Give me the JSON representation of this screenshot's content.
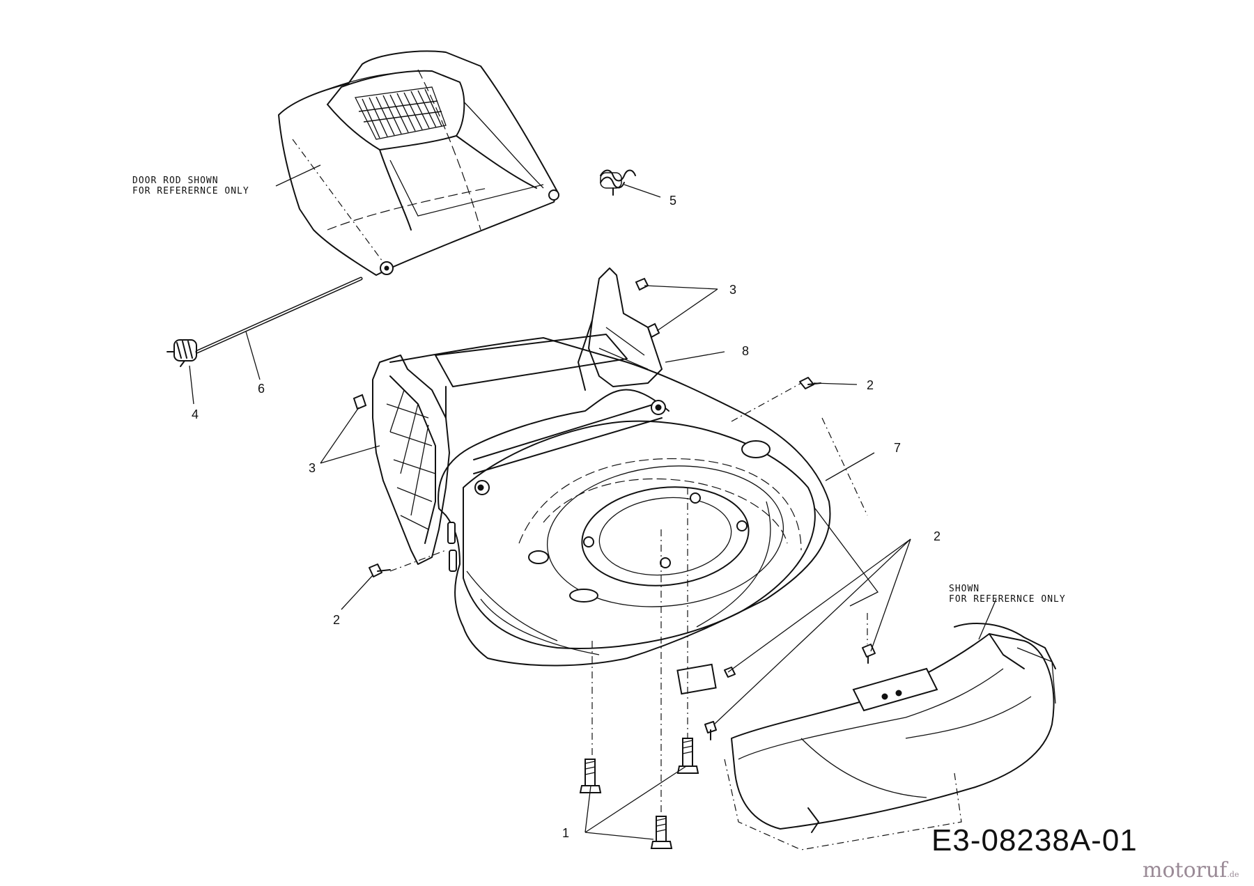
{
  "notes": {
    "door_rod": "DOOR ROD SHOWN\nFOR REFERERNCE ONLY",
    "shown": "SHOWN\nFOR REFERERNCE ONLY"
  },
  "callouts": {
    "c5": "5",
    "c3_top": "3",
    "c8": "8",
    "c2_right_top": "2",
    "c6": "6",
    "c4": "4",
    "c7": "7",
    "c3_left": "3",
    "c2_right_mid": "2",
    "c2_left": "2",
    "c1": "1"
  },
  "drawing_code": "E3-08238A-01",
  "brand": {
    "name": "motoruf",
    "suffix": ".de"
  }
}
